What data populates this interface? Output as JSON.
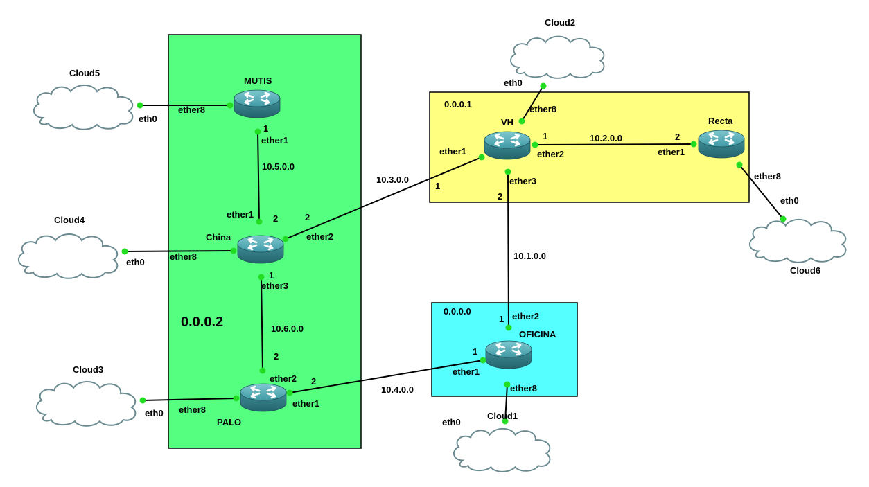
{
  "areas": [
    {
      "id": "area2",
      "label": "0.0.0.2",
      "color": "#55ff80"
    },
    {
      "id": "area1",
      "label": "0.0.0.1",
      "color": "#ffff80"
    },
    {
      "id": "area0",
      "label": "0.0.0.0",
      "color": "#55ffff"
    }
  ],
  "routers": [
    {
      "id": "mutis",
      "name": "MUTIS"
    },
    {
      "id": "china",
      "name": "China"
    },
    {
      "id": "palo",
      "name": "PALO"
    },
    {
      "id": "vh",
      "name": "VH"
    },
    {
      "id": "recta",
      "name": "Recta"
    },
    {
      "id": "oficina",
      "name": "OFICINA"
    }
  ],
  "clouds": [
    {
      "id": "cloud1",
      "name": "Cloud1"
    },
    {
      "id": "cloud2",
      "name": "Cloud2"
    },
    {
      "id": "cloud3",
      "name": "Cloud3"
    },
    {
      "id": "cloud4",
      "name": "Cloud4"
    },
    {
      "id": "cloud5",
      "name": "Cloud5"
    },
    {
      "id": "cloud6",
      "name": "Cloud6"
    }
  ],
  "networks": [
    "10.5.0.0",
    "10.6.0.0",
    "10.3.0.0",
    "10.4.0.0",
    "10.2.0.0",
    "10.1.0.0"
  ],
  "interfaces": {
    "ether1": "ether1",
    "ether2": "ether2",
    "ether3": "ether3",
    "ether8": "ether8",
    "eth0": "eth0"
  },
  "ports": {
    "one": "1",
    "two": "2"
  },
  "colors": {
    "link_dot": "#22dd22",
    "router_body": "#3d8f99",
    "cloud_stroke": "#5f7f86"
  }
}
